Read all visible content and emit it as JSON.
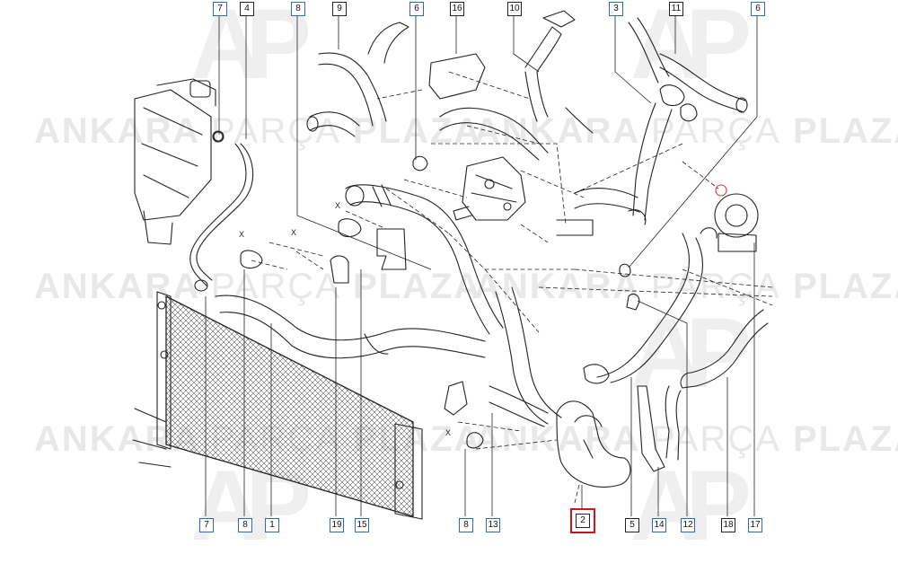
{
  "watermark": {
    "brand_a": "ANKARA",
    "brand_b": "PARÇA",
    "brand_c": "PLAZA",
    "logo": "AP"
  },
  "diagram_marks": {
    "x_mark": "X"
  },
  "callouts_top": [
    "7",
    "4",
    "8",
    "9",
    "6",
    "16",
    "10",
    "3",
    "11",
    "6"
  ],
  "callouts_bottom": [
    "7",
    "8",
    "1",
    "19",
    "15",
    "8",
    "13",
    "2",
    "5",
    "14",
    "12",
    "18",
    "17"
  ],
  "highlighted_part": "2",
  "colors": {
    "highlight": "#d0141a",
    "line": "#222222",
    "callout_border_blue": "#2b6cb0",
    "watermark": "#e6e6e6"
  }
}
